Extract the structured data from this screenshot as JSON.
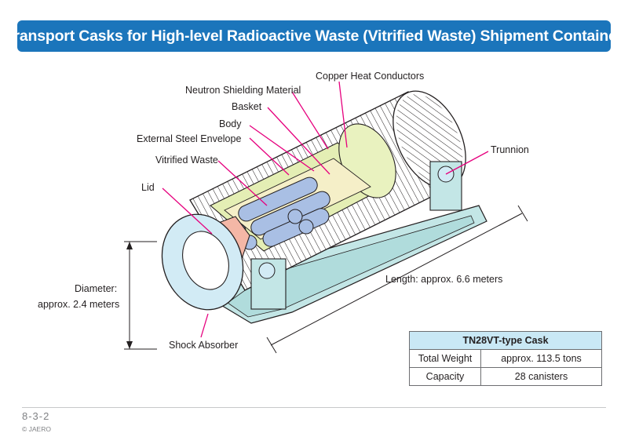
{
  "title": "Transport Casks for High-level Radioactive Waste (Vitrified Waste) Shipment Container",
  "labels": {
    "copper_heat_conductors": "Copper Heat Conductors",
    "neutron_shielding": "Neutron Shielding Material",
    "basket": "Basket",
    "body": "Body",
    "external_steel": "External Steel Envelope",
    "vitrified_waste": "Vitrified Waste",
    "lid": "Lid",
    "trunnion": "Trunnion",
    "diameter_line1": "Diameter:",
    "diameter_line2": "approx. 2.4 meters",
    "length": "Length: approx. 6.6 meters",
    "shock_absorber": "Shock Absorber"
  },
  "spec_table": {
    "header": "TN28VT-type Cask",
    "rows": [
      {
        "key": "Total Weight",
        "value": "approx. 113.5 tons"
      },
      {
        "key": "Capacity",
        "value": "28 canisters"
      }
    ]
  },
  "footer": {
    "page_number": "8-3-2",
    "copyright": "© JAERO"
  },
  "colors": {
    "title_bar": "#1b75bb",
    "leader_lines": "#e6007e",
    "table_header": "#c9e8f5",
    "neutron_shield": "#e4eeb4",
    "canisters": "#a9bfe4",
    "basket": "#f5efc8",
    "shock_absorber": "#d2ebf5",
    "cradle": "#c3e6e6",
    "lid": "#f4b7a6"
  }
}
